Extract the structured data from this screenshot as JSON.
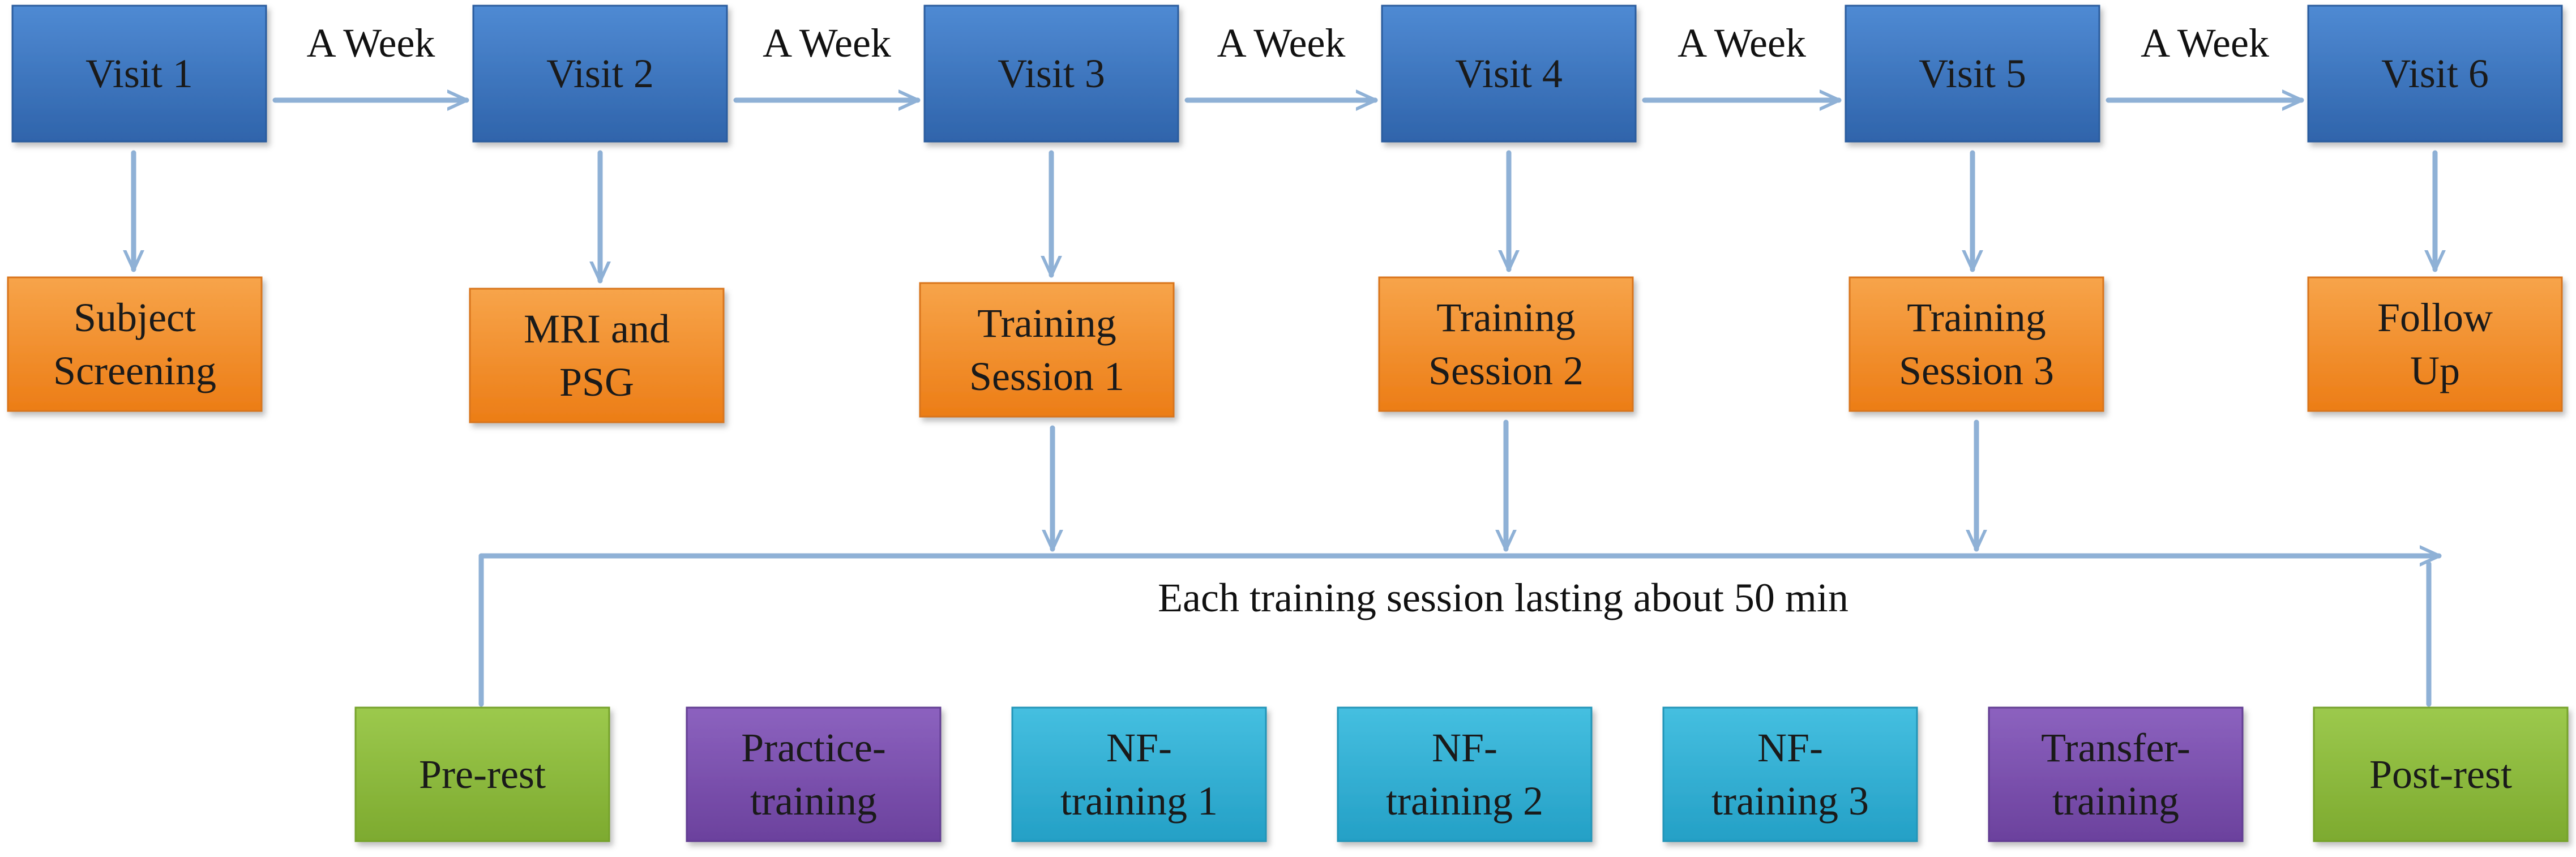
{
  "colors": {
    "visit": "#3d76c0",
    "stage": "#f39028",
    "rest": "#8cbb3c",
    "transfer": "#7b4fae",
    "nf": "#30b0d4",
    "connector": "#8fb1d6"
  },
  "visits": [
    {
      "lines": [
        "Visit 1"
      ]
    },
    {
      "lines": [
        "Visit 2"
      ]
    },
    {
      "lines": [
        "Visit 3"
      ]
    },
    {
      "lines": [
        "Visit 4"
      ]
    },
    {
      "lines": [
        "Visit 5"
      ]
    },
    {
      "lines": [
        "Visit 6"
      ]
    }
  ],
  "interval_label": "A Week",
  "stages": [
    {
      "lines": [
        "Subject",
        "Screening"
      ]
    },
    {
      "lines": [
        "MRI and",
        "PSG"
      ]
    },
    {
      "lines": [
        "Training",
        "Session 1"
      ]
    },
    {
      "lines": [
        "Training",
        "Session 2"
      ]
    },
    {
      "lines": [
        "Training",
        "Session 3"
      ]
    },
    {
      "lines": [
        "Follow",
        "Up"
      ]
    }
  ],
  "session_note": "Each training session lasting about 50 min",
  "steps": [
    {
      "lines": [
        "Pre-rest"
      ],
      "kind": "rest"
    },
    {
      "lines": [
        "Practice-",
        "training"
      ],
      "kind": "transfer"
    },
    {
      "lines": [
        "NF-",
        "training 1"
      ],
      "kind": "nf"
    },
    {
      "lines": [
        "NF-",
        "training 2"
      ],
      "kind": "nf"
    },
    {
      "lines": [
        "NF-",
        "training 3"
      ],
      "kind": "nf"
    },
    {
      "lines": [
        "Transfer-",
        "training"
      ],
      "kind": "transfer"
    },
    {
      "lines": [
        "Post-rest"
      ],
      "kind": "rest"
    }
  ]
}
